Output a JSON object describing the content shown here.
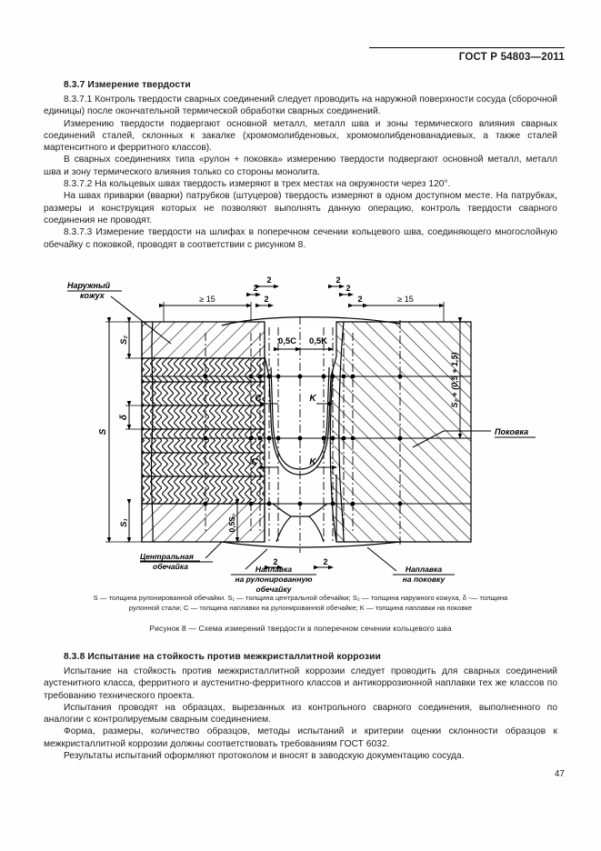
{
  "header": {
    "standard_title": "ГОСТ Р 54803—2011"
  },
  "page_number": "47",
  "sections": {
    "s837": {
      "heading": "8.3.7  Измерение твердости",
      "p1": "8.3.7.1  Контроль твердости сварных соединений следует проводить на наружной поверхности сосуда (сборочной единицы) после окончательной термической обработки сварных соединений.",
      "p2": "Измерению твердости подвергают основной металл, металл шва и зоны термического влияния сварных соединений сталей, склонных к закалке (хромомолибденовых, хромомолибденованадиевых, а также сталей мартенситного и ферритного классов).",
      "p3": "В сварных соединениях типа «рулон + поковка» измерению твердости подвергают основной металл, металл шва и зону термического влияния только со стороны монолита.",
      "p4": "8.3.7.2  На кольцевых швах твердость измеряют в трех местах на окружности через 120°.",
      "p5": "На швах приварки (вварки) патрубков (штуцеров) твердость измеряют в одном доступном месте. На патрубках, размеры и конструкция которых не позволяют выполнять данную операцию, контроль твердости сварного соединения не проводят.",
      "p6": "8.3.7.3  Измерение твердости на шлифах в поперечном сечении кольцевого шва, соединяющего многослойную обечайку с поковкой, проводят в соответствии с рисунком 8."
    },
    "s838": {
      "heading": "8.3.8  Испытание на стойкость против межкристаллитной коррозии",
      "p1": "Испытание на стойкость против межкристаллитной коррозии следует проводить для сварных соединений аустенитного класса, ферритного и аустенитно-ферритного классов и антикоррозионной наплавки тех же классов по требованию технического проекта.",
      "p2": "Испытания проводят на образцах, вырезанных из контрольного сварного соединения, выполненного по аналогии с контролируемым сварным соединением.",
      "p3": "Форма, размеры, количество образцов, методы испытаний и критерии оценки склонности образцов к межкристаллитной коррозии должны соответствовать требованиям ГОСТ 6032.",
      "p4": "Результаты испытаний оформляют протоколом и вносят в заводскую документацию сосуда."
    }
  },
  "figure": {
    "caption": "Рисунок 8  —  Схема измерений твердости в поперечном сечении кольцевого шва",
    "note_html": "S  —  толщина рулонированной обечайки. S₁  —  толщина центральной обечайки; S₂ —  толщина наружного кожуха, δ -—  толщина рулонной стали; C —  толщина наплавки на рулонированной обечайке; K  —  толщина наплавки на поковке",
    "note_line1": "S  —  толщина рулонированной обечайки. S₁  —  толщина центральной обечайки; S₂ —  толщина наружного кожуха, δ -—  толщина",
    "note_line2": "рулонной стали; C —  толщина наплавки на рулонированной обечайке; K  —  толщина наплавки на поковке",
    "labels": {
      "outer_shell": "Наружный кожух",
      "forging": "Поковка",
      "central_shell": "Центральная обечайка",
      "overlay_rolled": "Наплавка на рулонированную обечайку",
      "overlay_forging": "Наплавка на поковку"
    },
    "dimensions": {
      "min15_left": "≥ 15",
      "min15_right": "≥ 15",
      "two_a": "2",
      "two_b": "2",
      "two_c": "2",
      "two_d": "2",
      "two_e": "2",
      "two_f": "2",
      "two_g": "2",
      "two_h": "2",
      "half_c": "0,5C",
      "half_k": "0,5K",
      "thickness_c": "C",
      "thickness_k": "K",
      "s_total": "S",
      "s1": "S₁",
      "s2": "S₂",
      "delta": "δ",
      "half_delta_s1": "0,5S₁",
      "right_vertical": "S₂ + (0,5 + 1,5)"
    }
  }
}
